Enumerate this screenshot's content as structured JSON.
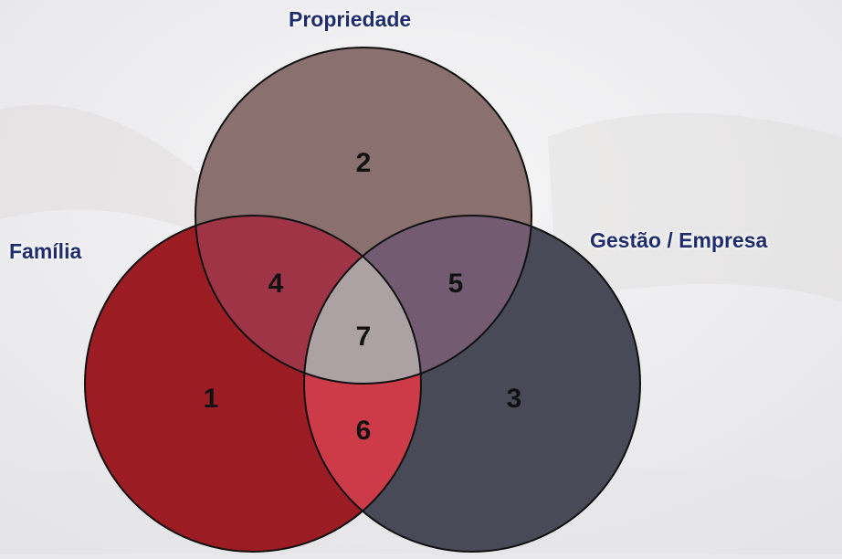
{
  "diagram": {
    "circles": {
      "propriedade": {
        "label": "Propriedade",
        "color": "#8a706e"
      },
      "familia": {
        "label": "Família",
        "color": "#9b1c22"
      },
      "gestao": {
        "label": "Gestão / Empresa",
        "color": "#484a58"
      }
    },
    "regions": {
      "familia_only": {
        "number": "1"
      },
      "propriedade_only": {
        "number": "2"
      },
      "gestao_only": {
        "number": "3"
      },
      "familia_propriedade": {
        "number": "4",
        "color": "#9e3446"
      },
      "propriedade_gestao": {
        "number": "5",
        "color": "#735c72"
      },
      "familia_gestao": {
        "number": "6",
        "color": "#cd3b49"
      },
      "all_three": {
        "number": "7",
        "color": "#aca2a4"
      }
    },
    "label_color": "#1f2d6e",
    "outline_color": "#111111"
  }
}
